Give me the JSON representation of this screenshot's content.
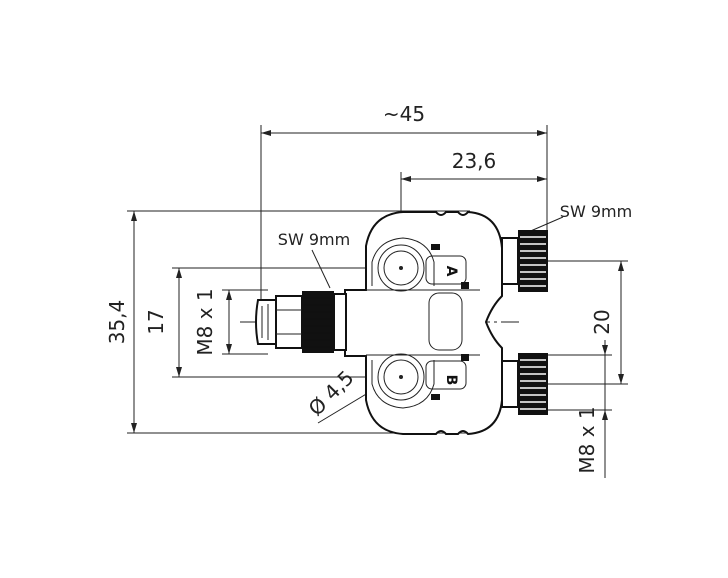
{
  "dimensions": {
    "overall_width": "~45",
    "port_offset": "23,6",
    "overall_height": "35,4",
    "inlet_pitch": "17",
    "inlet_thread": "M8 x 1",
    "outlet_pitch": "20",
    "outlet_thread": "M8 x 1",
    "mounting_hole": "Ø 4,5"
  },
  "wrench_sizes": {
    "inlet": "SW 9mm",
    "outlet": "SW 9mm"
  },
  "ports": {
    "a_label": "A",
    "b_label": "B"
  }
}
